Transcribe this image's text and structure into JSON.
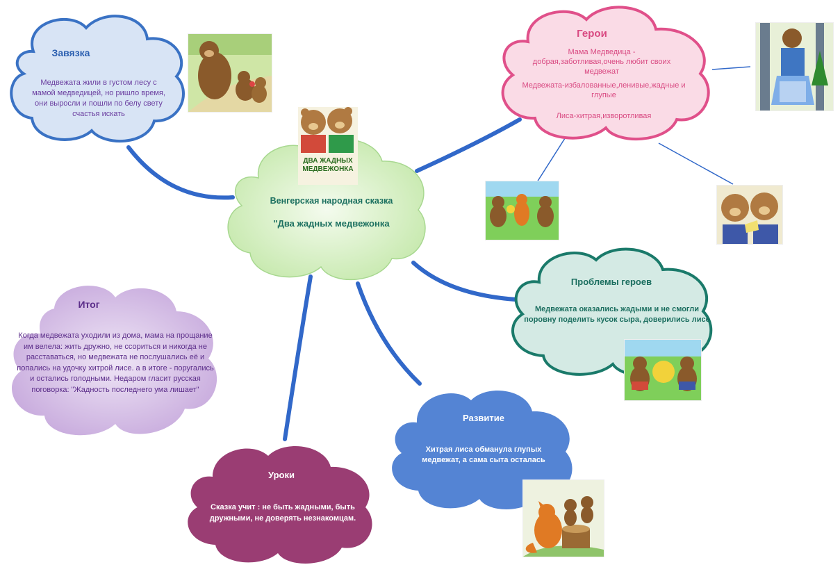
{
  "center": {
    "line1": "Венгерская народная сказка",
    "line2": "\"Два жадных медвежонка"
  },
  "book_cover": {
    "title_line1": "ДВА ЖАДНЫХ",
    "title_line2": "МЕДВЕЖОНКА"
  },
  "setup": {
    "title": "Завязка",
    "body": "Медвежата жили в густом лесу с мамой медведицей, но ришло время, они выросли и пошли по белу свету счастья искать"
  },
  "heroes": {
    "title": "Герои",
    "line1": "Мама Медведица - добрая,заботливая,очень любит своих медвежат",
    "line2": "Медвежата-избалованные,ленивые,жадные и глупые",
    "line3": "Лиса-хитрая,изворотливая"
  },
  "problems": {
    "title": "Проблемы героев",
    "body": "Медвежата оказались жадыми и не смогли поровну поделить кусок сыра, доверились лисе"
  },
  "result": {
    "title": "Итог",
    "body": "Когда медвежата уходили из дома, мама на прощание им велела: жить дружно, не ссориться и никогда не расставаться, но медвежата не послушались её и попались на удочку хитрой лисе. а в итоге - поругались и остались голодными. Недаром гласит русская поговорка: \"Жадность последнего ума лишает\""
  },
  "lessons": {
    "title": "Уроки",
    "body": "Сказка учит : не быть жадными, быть дружными, не доверять незнакомцам."
  },
  "development": {
    "title": "Развитие",
    "body": "Хитрая лиса обманула глупых медвежат, а сама сыта осталась"
  },
  "colors": {
    "connector": "#3168c9",
    "setup_border": "#3a72c4",
    "setup_fill": "#d8e4f5",
    "setup_title": "#2b5fb0",
    "setup_text": "#6b3fa0",
    "heroes_border": "#e0508a",
    "heroes_fill": "#fadbe6",
    "heroes_text": "#d94a82",
    "center_fill": "#d6efc3",
    "center_text": "#1c7060",
    "problems_border": "#1a7a6a",
    "problems_fill": "#d4eae4",
    "problems_text": "#1b6e5f",
    "result_fill": "#cbb3dd",
    "result_text": "#5c2e8a",
    "lessons_fill": "#9a3d73",
    "development_fill": "#5484d4"
  }
}
